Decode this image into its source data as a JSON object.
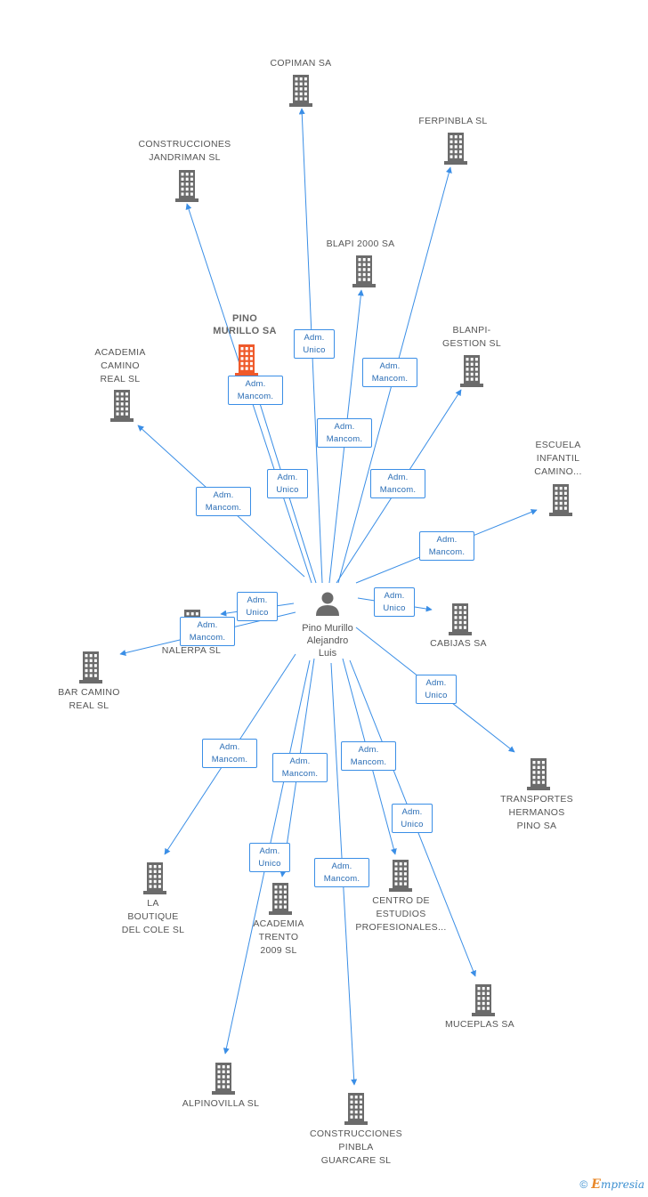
{
  "center": {
    "name": "Pino Murillo\nAlejandro\nLuis",
    "icon": "person-icon"
  },
  "colors": {
    "edge": "#3a8ee6",
    "building": "#6b6b6b",
    "highlight": "#ef5a2b"
  },
  "companies": [
    {
      "id": "copiman",
      "name": "COPIMAN SA",
      "icon": "building-icon"
    },
    {
      "id": "ferpinbla",
      "name": "FERPINBLA  SL",
      "icon": "building-icon"
    },
    {
      "id": "construcciones-jandriman",
      "name": "CONSTRUCCIONES\nJANDRIMAN SL",
      "icon": "building-icon"
    },
    {
      "id": "blapi-2000",
      "name": "BLAPI 2000 SA",
      "icon": "building-icon"
    },
    {
      "id": "pino-murillo",
      "name": "PINO\nMURILLO SA",
      "icon": "building-icon",
      "highlight": true
    },
    {
      "id": "academia-camino-real",
      "name": "ACADEMIA\nCAMINO\nREAL SL",
      "icon": "building-icon"
    },
    {
      "id": "blanpi-gestion",
      "name": "BLANPI-\nGESTION SL",
      "icon": "building-icon"
    },
    {
      "id": "escuela-infantil",
      "name": "ESCUELA\nINFANTIL\nCAMINO...",
      "icon": "building-icon"
    },
    {
      "id": "nalerpa",
      "name": "NALERPA SL",
      "icon": "building-icon"
    },
    {
      "id": "bar-camino-real",
      "name": "BAR CAMINO\nREAL SL",
      "icon": "building-icon"
    },
    {
      "id": "cabijas",
      "name": "CABIJAS SA",
      "icon": "building-icon"
    },
    {
      "id": "transportes-hermanos",
      "name": "TRANSPORTES\nHERMANOS\nPINO SA",
      "icon": "building-icon"
    },
    {
      "id": "la-boutique",
      "name": "LA\nBOUTIQUE\nDEL COLE SL",
      "icon": "building-icon"
    },
    {
      "id": "academia-trento",
      "name": "ACADEMIA\nTRENTO\n2009 SL",
      "icon": "building-icon"
    },
    {
      "id": "centro-estudios",
      "name": "CENTRO DE\nESTUDIOS\nPROFESIONALES...",
      "icon": "building-icon"
    },
    {
      "id": "muceplas",
      "name": "MUCEPLAS SA",
      "icon": "building-icon"
    },
    {
      "id": "alpinovilla",
      "name": "ALPINOVILLA SL",
      "icon": "building-icon"
    },
    {
      "id": "construcciones-pinbla",
      "name": "CONSTRUCCIONES\nPINBLA\nGUARCARE SL",
      "icon": "building-icon"
    }
  ],
  "relations": [
    {
      "to": "copiman",
      "label": "Adm.\nUnico"
    },
    {
      "to": "ferpinbla",
      "label": "Adm.\nMancom."
    },
    {
      "to": "construcciones-jandriman",
      "label": "Adm.\nUnico"
    },
    {
      "to": "blapi-2000",
      "label": "Adm.\nMancom."
    },
    {
      "to": "pino-murillo",
      "label": "Adm.\nMancom."
    },
    {
      "to": "academia-camino-real",
      "label": "Adm.\nMancom."
    },
    {
      "to": "blanpi-gestion",
      "label": "Adm.\nMancom."
    },
    {
      "to": "escuela-infantil",
      "label": "Adm.\nMancom."
    },
    {
      "to": "nalerpa",
      "label": "Adm.\nUnico"
    },
    {
      "to": "bar-camino-real",
      "label": "Adm.\nMancom."
    },
    {
      "to": "cabijas",
      "label": "Adm.\nUnico"
    },
    {
      "to": "transportes-hermanos",
      "label": "Adm.\nUnico"
    },
    {
      "to": "la-boutique",
      "label": "Adm.\nMancom."
    },
    {
      "to": "academia-trento",
      "label": "Adm.\nMancom."
    },
    {
      "to": "centro-estudios",
      "label": "Adm.\nMancom."
    },
    {
      "to": "muceplas",
      "label": "Adm.\nUnico"
    },
    {
      "to": "alpinovilla",
      "label": "Adm.\nUnico"
    },
    {
      "to": "construcciones-pinbla",
      "label": "Adm.\nMancom."
    }
  ],
  "footer": {
    "copyright": "©",
    "brand_initial": "E",
    "brand_rest": "mpresia"
  }
}
